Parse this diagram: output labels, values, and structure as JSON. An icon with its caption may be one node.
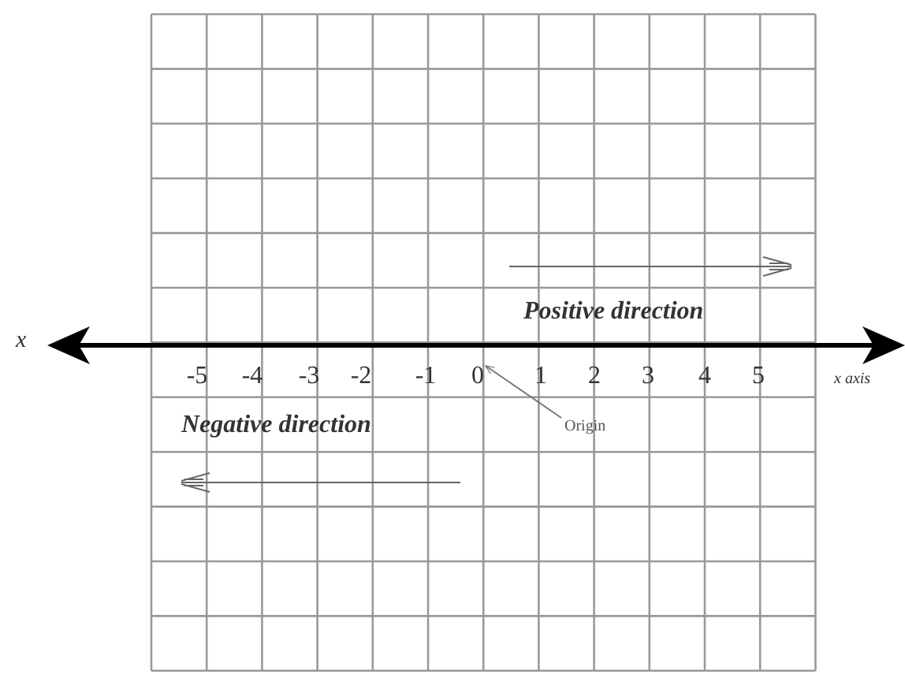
{
  "diagram": {
    "nodes": [
      {
        "text": [
          "0"
        ]
      },
      {
        "text": [
          "Origin"
        ]
      }
    ],
    "edges": [
      {
        "from": 1,
        "to": 0,
        "arrow": "to"
      }
    ],
    "labels": [
      "Positive direction",
      "x",
      "-5",
      "-4",
      "-3",
      "-2",
      "-1",
      "1",
      "2",
      "3",
      "4",
      "5",
      "x axis",
      "Negative direction"
    ]
  }
}
